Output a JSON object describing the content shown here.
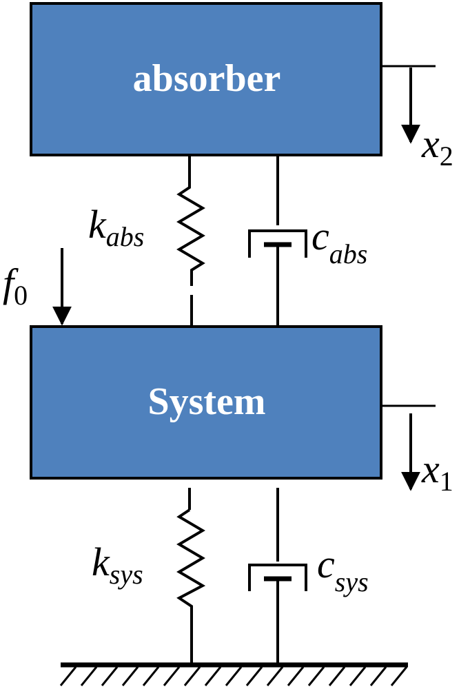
{
  "masses": {
    "absorber": "absorber",
    "system": "System"
  },
  "symbols": {
    "k_abs": {
      "main": "k",
      "sub": "abs"
    },
    "c_abs": {
      "main": "c",
      "sub": "abs"
    },
    "k_sys": {
      "main": "k",
      "sub": "sys"
    },
    "c_sys": {
      "main": "c",
      "sub": "sys"
    },
    "f0": {
      "main": "f",
      "sub": "0"
    },
    "x1": {
      "main": "x",
      "sub": "1"
    },
    "x2": {
      "main": "x",
      "sub": "2"
    }
  },
  "colors": {
    "mass_fill": "#4f81bd",
    "mass_text": "#ffffff",
    "line": "#000000"
  }
}
